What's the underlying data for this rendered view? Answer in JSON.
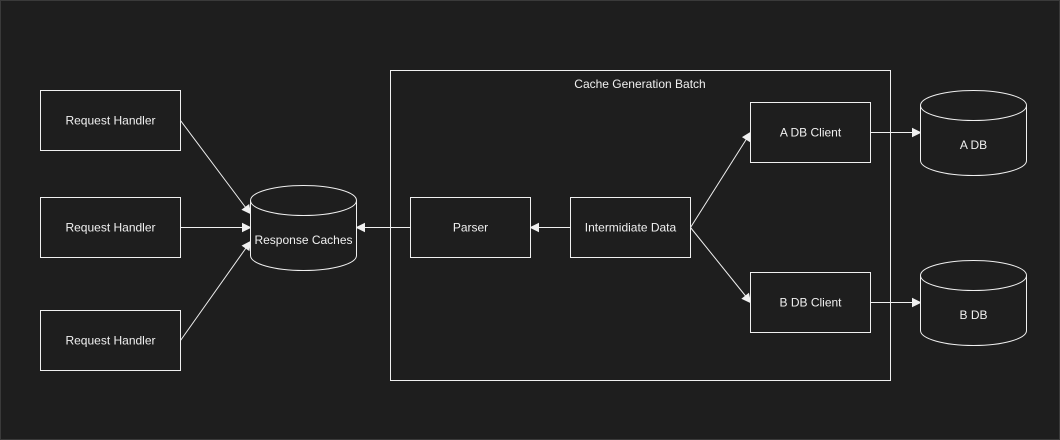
{
  "diagram": {
    "colors": {
      "background": "#1e1e1e",
      "stroke": "#f0f0f0",
      "text": "#f0f0f0"
    },
    "group": {
      "label": "Cache Generation Batch"
    },
    "nodes": {
      "request_handler_1": {
        "label": "Request Handler",
        "shape": "rectangle"
      },
      "request_handler_2": {
        "label": "Request Handler",
        "shape": "rectangle"
      },
      "request_handler_3": {
        "label": "Request Handler",
        "shape": "rectangle"
      },
      "response_caches": {
        "label": "Response Caches",
        "shape": "cylinder"
      },
      "parser": {
        "label": "Parser",
        "shape": "rectangle"
      },
      "intermidiate_data": {
        "label": "Intermidiate Data",
        "shape": "rectangle"
      },
      "a_db_client": {
        "label": "A DB Client",
        "shape": "rectangle"
      },
      "b_db_client": {
        "label": "B DB Client",
        "shape": "rectangle"
      },
      "a_db": {
        "label": "A DB",
        "shape": "cylinder"
      },
      "b_db": {
        "label": "B DB",
        "shape": "cylinder"
      }
    },
    "edges": [
      {
        "from": "request_handler_1",
        "to": "response_caches"
      },
      {
        "from": "request_handler_2",
        "to": "response_caches"
      },
      {
        "from": "request_handler_3",
        "to": "response_caches"
      },
      {
        "from": "parser",
        "to": "response_caches"
      },
      {
        "from": "intermidiate_data",
        "to": "parser"
      },
      {
        "from": "intermidiate_data",
        "to": "a_db_client"
      },
      {
        "from": "intermidiate_data",
        "to": "b_db_client"
      },
      {
        "from": "a_db_client",
        "to": "a_db"
      },
      {
        "from": "b_db_client",
        "to": "b_db"
      }
    ]
  }
}
